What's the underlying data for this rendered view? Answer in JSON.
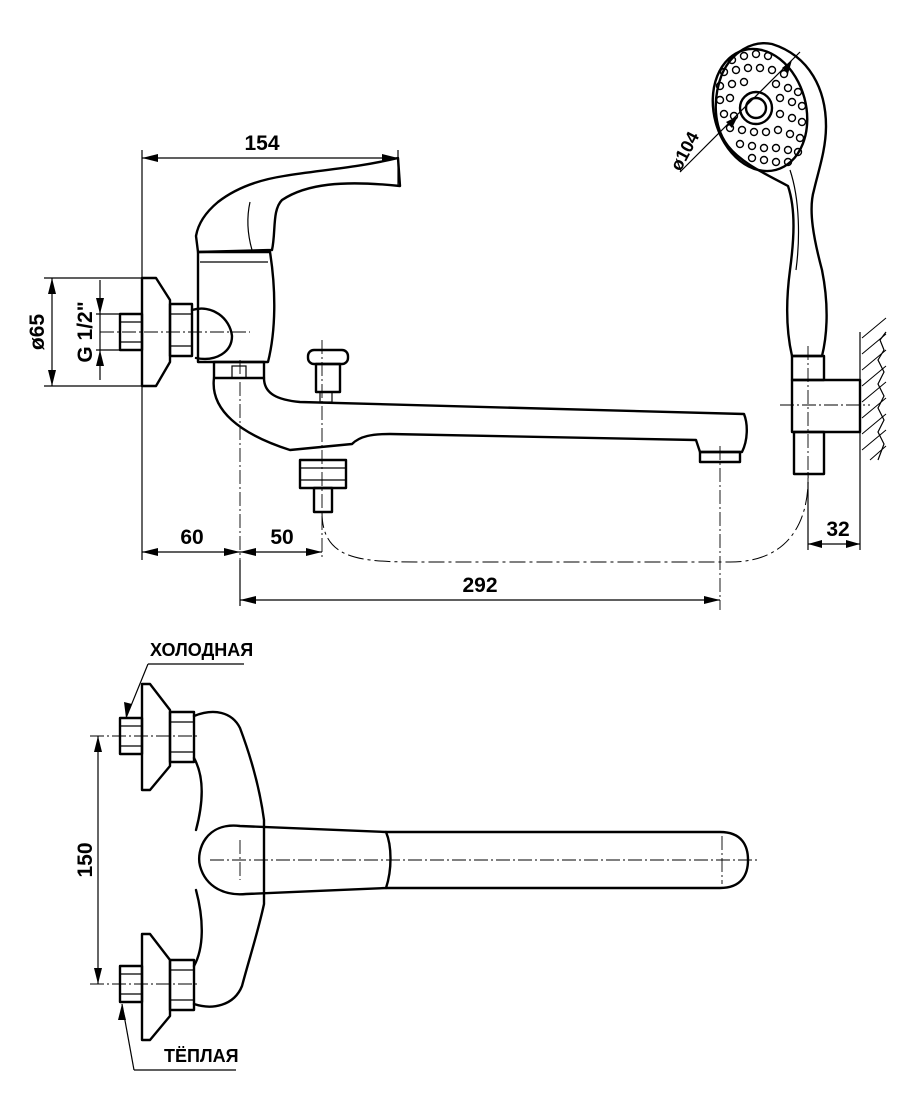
{
  "dimensions": {
    "overall_width": "154",
    "body_diameter": "ø65",
    "thread": "G 1/2\"",
    "offset_left": "60",
    "offset_diverter": "50",
    "spout_length": "292",
    "holder_offset": "32",
    "shower_head_diameter": "ø104",
    "inlet_spacing": "150"
  },
  "labels": {
    "cold": "ХОЛОДНАЯ",
    "warm": "ТЁПЛАЯ"
  },
  "colors": {
    "line": "#000000",
    "background": "#ffffff"
  }
}
